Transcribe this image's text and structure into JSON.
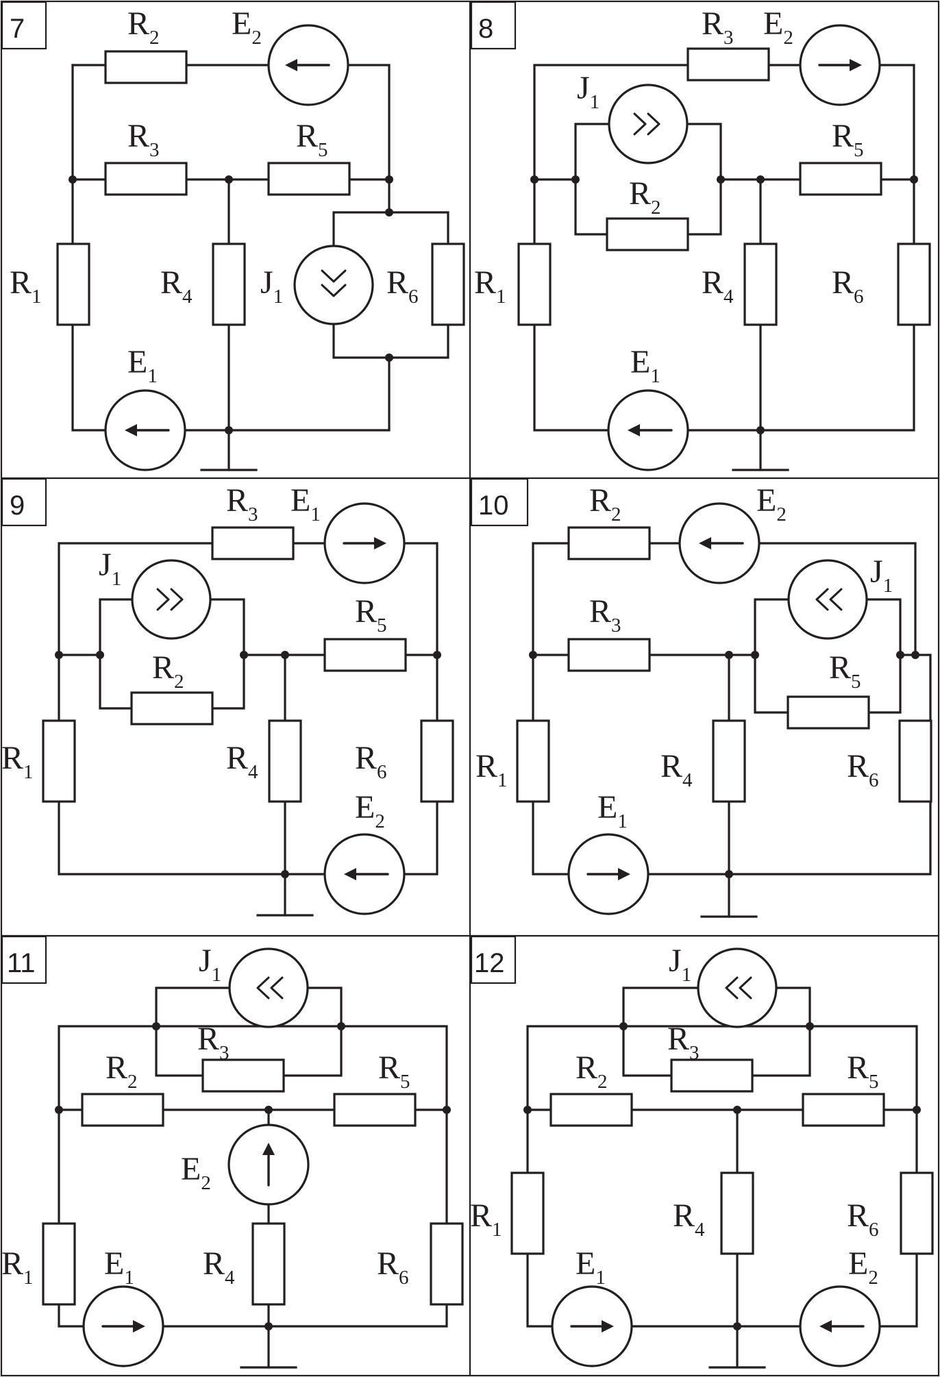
{
  "panels": [
    {
      "number": "7"
    },
    {
      "number": "8"
    },
    {
      "number": "9"
    },
    {
      "number": "10"
    },
    {
      "number": "11"
    },
    {
      "number": "12"
    }
  ],
  "labels": {
    "R": "R",
    "E": "E",
    "J": "J",
    "i1": "1",
    "i2": "2",
    "i3": "3",
    "i4": "4",
    "i5": "5",
    "i6": "6"
  },
  "colors": {
    "ink": "#231f20",
    "background": "#ffffff"
  },
  "symbols": {
    "voltage_source": "circle-with-arrow-icon",
    "current_source": "circle-with-double-chevron-icon",
    "resistor": "rectangle-resistor",
    "ground": "ground-icon",
    "junction": "junction-dot"
  }
}
